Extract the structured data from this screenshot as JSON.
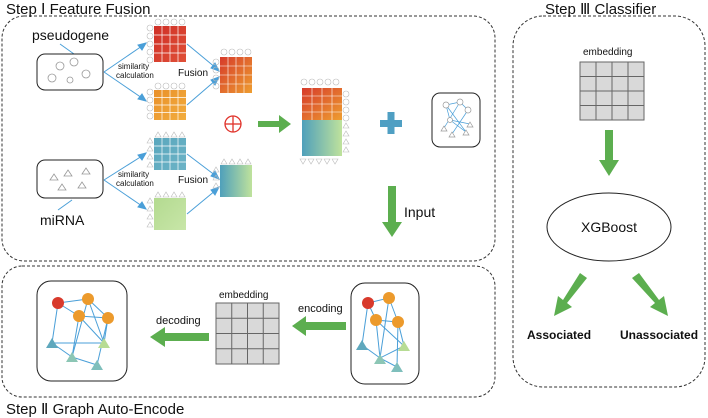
{
  "steps": {
    "step1": "Step Ⅰ  Feature Fusion",
    "step2": "Step Ⅱ  Graph Auto-Encode",
    "step3": "Step Ⅲ  Classifier"
  },
  "feature_fusion": {
    "pseudogene": "pseudogene",
    "mirna": "miRNA",
    "similarity_line1": "similarity",
    "similarity_line2": "calculation",
    "fusion": "Fusion",
    "oplus": "⊕",
    "input": "Input"
  },
  "autoencoder": {
    "embedding": "embedding",
    "encoding": "encoding",
    "decoding": "decoding"
  },
  "classifier": {
    "embedding": "embedding",
    "model": "XGBoost",
    "associated": "Associated",
    "unassociated": "Unassociated"
  },
  "colors": {
    "red": "#d83a2c",
    "orange": "#ec9a2c",
    "blue": "#5fa8bd",
    "green": "#b7dc94",
    "arrow": "#5cae4f",
    "edge": "#4a9fd8",
    "grid": "#d9d9d9"
  }
}
